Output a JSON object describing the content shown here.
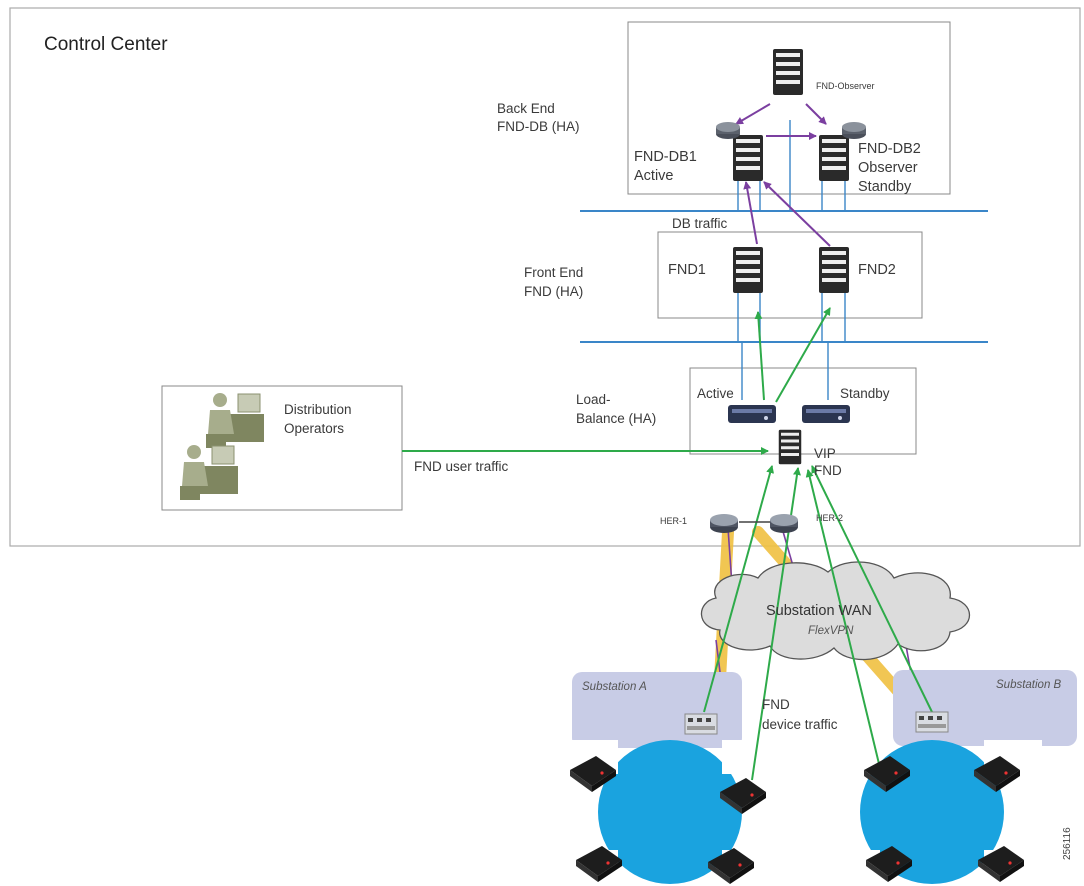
{
  "control_center": {
    "title": "Control Center"
  },
  "back_end": {
    "line1": "Back End",
    "line2": "FND-DB (HA)"
  },
  "fnd_observer": {
    "label": "FND-Observer"
  },
  "fnd_db1": {
    "line1": "FND-DB1",
    "line2": "Active"
  },
  "fnd_db2": {
    "line1": "FND-DB2",
    "line2": "Observer",
    "line3": "Standby"
  },
  "db_traffic": {
    "label": "DB traffic"
  },
  "front_end": {
    "line1": "Front End",
    "line2": "FND (HA)"
  },
  "fnd1": {
    "label": "FND1"
  },
  "fnd2": {
    "label": "FND2"
  },
  "load_balance": {
    "line1": "Load-",
    "line2": "Balance (HA)",
    "active": "Active",
    "standby": "Standby"
  },
  "vip": {
    "line1": "VIP",
    "line2": "FND"
  },
  "operators": {
    "line1": "Distribution",
    "line2": "Operators"
  },
  "user_traffic": {
    "label": "FND user traffic"
  },
  "her1": {
    "label": "HER-1"
  },
  "her2": {
    "label": "HER-2"
  },
  "wan": {
    "label": "Substation WAN",
    "sub": "FlexVPN"
  },
  "substation_a": {
    "label": "Substation A"
  },
  "substation_b": {
    "label": "Substation B"
  },
  "device_traffic": {
    "line1": "FND",
    "line2": "device traffic"
  },
  "figure_id": {
    "label": "256116"
  },
  "colors": {
    "green": "#2eaa4a",
    "purple": "#7b3fa0",
    "blue": "#3a86c8",
    "yellow": "#f0c040",
    "cross": "#1aa3df",
    "substation": "#c8cce6"
  }
}
